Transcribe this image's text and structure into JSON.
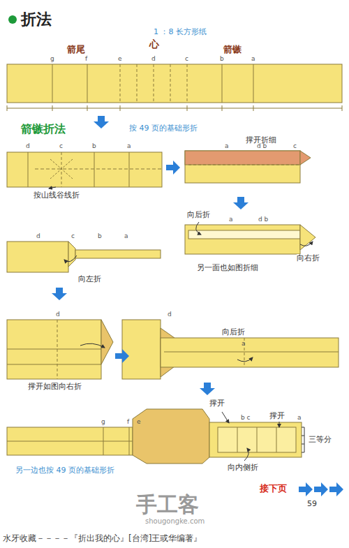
{
  "diagram": {
    "title": "折法",
    "labels": [
      "1 ：8 长方形纸",
      "箭尾",
      "心",
      "箭镞",
      "g",
      "f",
      "e",
      "d",
      "c",
      "b",
      "a",
      "箭镞折法",
      "按 49 页的基础形折",
      "d",
      "c",
      "b",
      "a",
      "按山线谷线折",
      "撑开折细",
      "a",
      "d b",
      "c",
      "向后折",
      "a",
      "d b",
      "向右折",
      "另一面也如图折细",
      "d",
      "c",
      "b",
      "a",
      "向左折",
      "d",
      "撑开如图向右折",
      "d",
      "向后折",
      "a",
      "g",
      "f",
      "e",
      "撑开",
      "b c",
      "撑开",
      "a",
      "三等分",
      "向内侧折",
      "另一边也按 49 页的基础形折",
      "接下页",
      "59",
      "手工客",
      "shougongke.com",
      "水牙收藏－－－－『折出我的心』[台湾]王或华编著』"
    ]
  }
}
